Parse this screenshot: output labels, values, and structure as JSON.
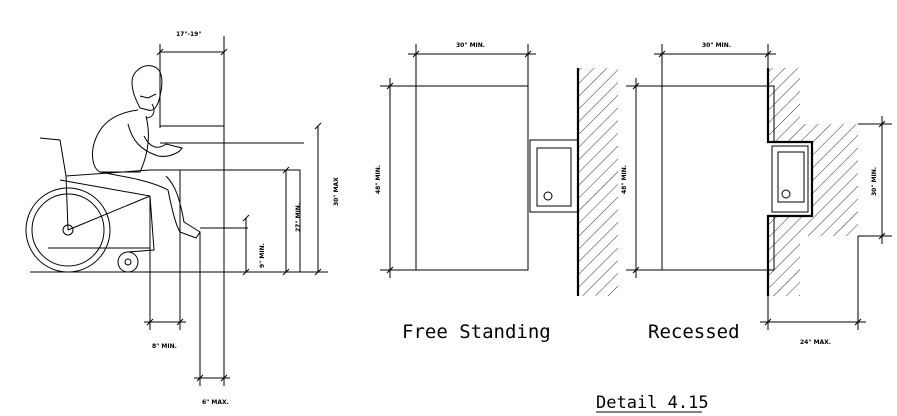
{
  "labels": {
    "reach_range": "17\"-19\"",
    "height_30_max": "30\" MAX",
    "height_27_min": "27\" MIN.",
    "height_9_min": "9\" MIN.",
    "depth_8_min": "8\" MIN.",
    "depth_6_max": "6\" MAX.",
    "fs_width": "30\" MIN.",
    "fs_height": "48\" MIN.",
    "rc_width": "30\" MIN.",
    "rc_height": "48\" MIN.",
    "rc_recess_height": "30\" MIN.",
    "rc_depth": "24\" MAX."
  },
  "captions": {
    "free_standing": "Free Standing",
    "recessed": "Recessed",
    "detail": "Detail 4.15"
  }
}
